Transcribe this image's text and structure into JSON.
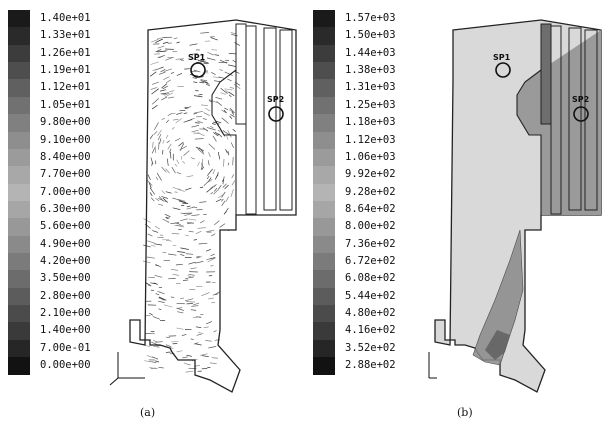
{
  "panels": [
    {
      "id": "a",
      "caption": "(a)",
      "probe_labels": [
        "SP1",
        "SP2"
      ],
      "scale_labels": [
        "1.40e+01",
        "1.33e+01",
        "1.26e+01",
        "1.19e+01",
        "1.12e+01",
        "1.05e+01",
        "9.80e+00",
        "9.10e+00",
        "8.40e+00",
        "7.70e+00",
        "7.00e+00",
        "6.30e+00",
        "5.60e+00",
        "4.90e+00",
        "4.20e+00",
        "3.50e+00",
        "2.80e+00",
        "2.10e+00",
        "1.40e+00",
        "7.00e-01",
        "0.00e+00"
      ]
    },
    {
      "id": "b",
      "caption": "(b)",
      "probe_labels": [
        "SP1",
        "SP2"
      ],
      "scale_labels": [
        "1.57e+03",
        "1.50e+03",
        "1.44e+03",
        "1.38e+03",
        "1.31e+03",
        "1.25e+03",
        "1.18e+03",
        "1.12e+03",
        "1.06e+03",
        "9.92e+02",
        "9.28e+02",
        "8.64e+02",
        "8.00e+02",
        "7.36e+02",
        "6.72e+02",
        "6.08e+02",
        "5.44e+02",
        "4.80e+02",
        "4.16e+02",
        "3.52e+02",
        "2.88e+02"
      ]
    }
  ],
  "colors": {
    "scale_gray_levels": [
      "#1a1a1a",
      "#2a2a2a",
      "#3c3c3c",
      "#4e4e4e",
      "#606060",
      "#717171",
      "#808080",
      "#8e8e8e",
      "#9b9b9b",
      "#a8a8a8",
      "#b4b4b4",
      "#a6a6a6",
      "#989898",
      "#8a8a8a",
      "#7b7b7b",
      "#6c6c6c",
      "#5c5c5c",
      "#4b4b4b",
      "#3a3a3a",
      "#262626",
      "#121212"
    ],
    "furnace_fill_b": "#d9d9d9",
    "hot_region_b": "#9a9a9a",
    "outline": "#222222"
  }
}
